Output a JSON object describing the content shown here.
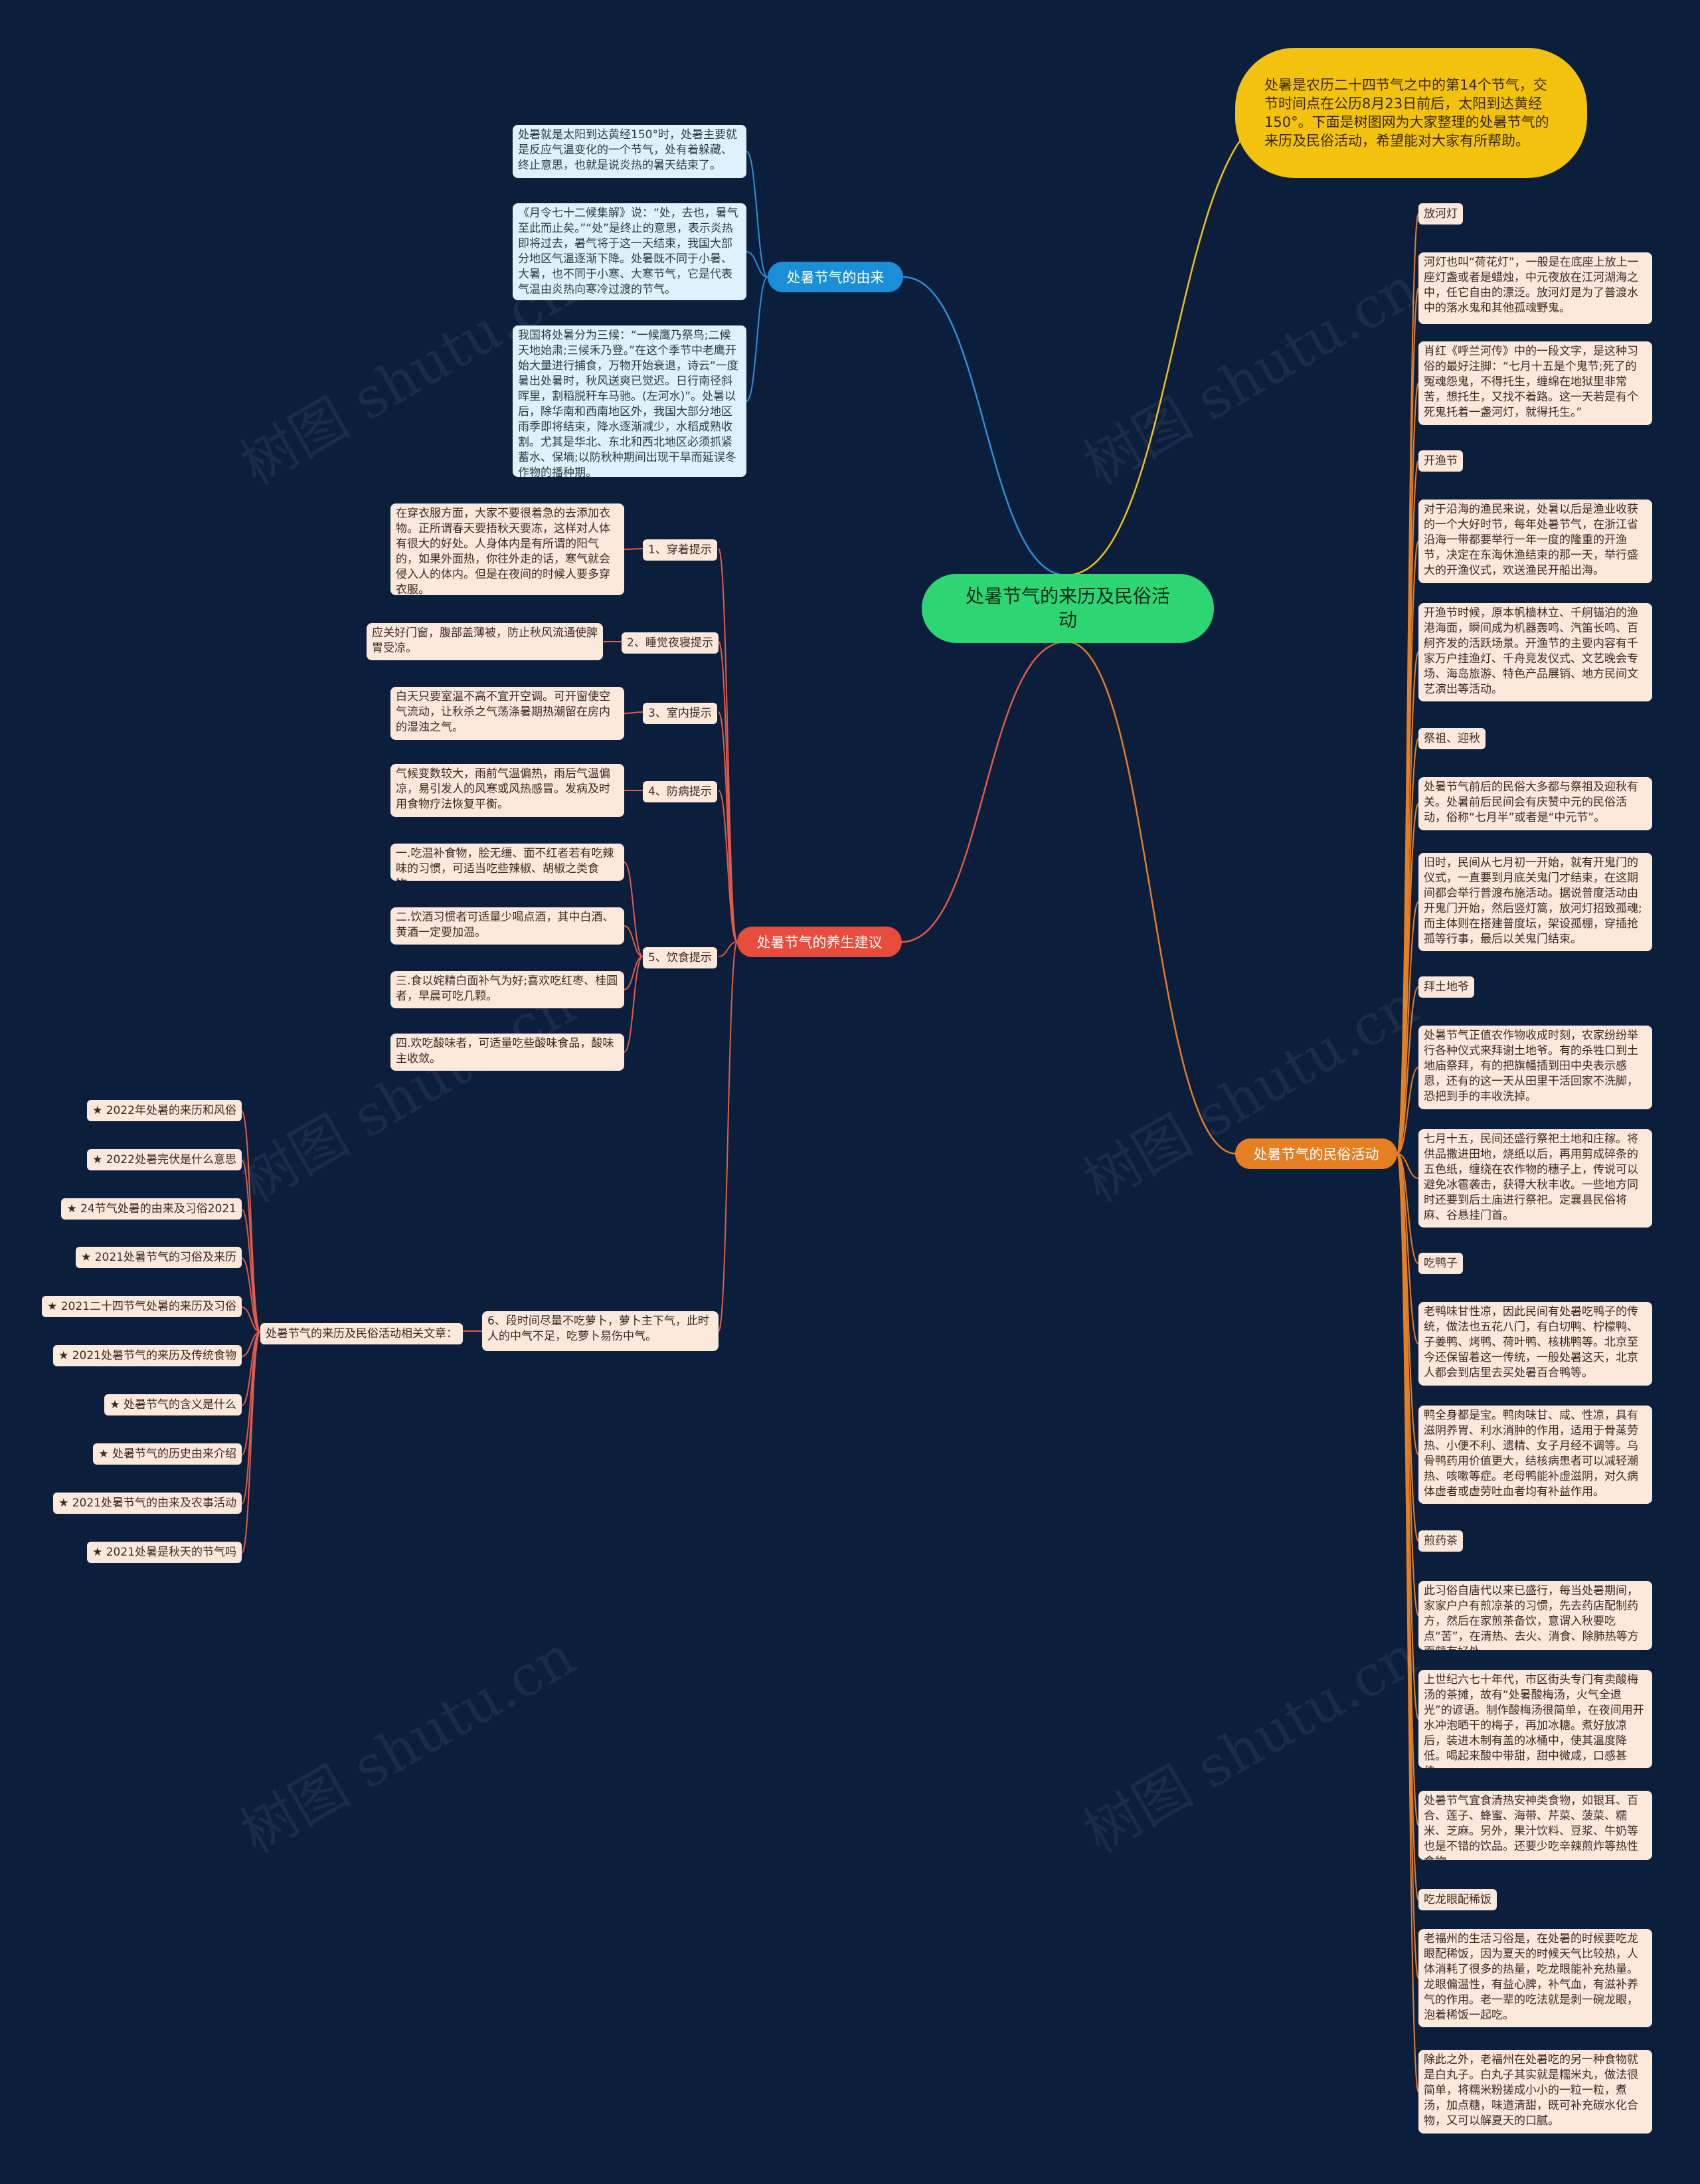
{
  "colors": {
    "background": "#0b1f3d",
    "root": "#2ed573",
    "intro": "#f2c20f",
    "branch_origin": "#1a8fd8",
    "branch_health": "#e74c3c",
    "branch_customs": "#e67e22",
    "link_intro": "#f2c20f",
    "link_origin": "#2d8fd8",
    "link_health": "#e35a47",
    "link_customs": "#e67e22"
  },
  "watermark": "树图 shutu.cn",
  "root": {
    "label": "处暑节气的来历及民俗活动"
  },
  "intro": {
    "text": "处暑是农历二十四节气之中的第14个节气，交节时间点在公历8月23日前后，太阳到达黄经150°。下面是树图网为大家整理的处暑节气的来历及民俗活动，希望能对大家有所帮助。"
  },
  "origin": {
    "label": "处暑节气的由来",
    "items": [
      "处暑就是太阳到达黄经150°时，处暑主要就是反应气温变化的一个节气，处有着躲藏、终止意思，也就是说炎热的暑天结束了。",
      "《月令七十二候集解》说：“处，去也，暑气至此而止矣。”“处”是终止的意思，表示炎热即将过去，暑气将于这一天结束，我国大部分地区气温逐渐下降。处暑既不同于小暑、大暑，也不同于小寒、大寒节气，它是代表气温由炎热向寒冷过渡的节气。",
      "我国将处暑分为三候：“一候鹰乃祭鸟;二候天地始肃;三候禾乃登。”在这个季节中老鹰开始大量进行捕食，万物开始衰退，诗云“一度暑出处暑时，秋风送爽已觉迟。日行南径斜晖里，割稻脱秆车马驰。(左河水)”。处暑以后，除华南和西南地区外，我国大部分地区雨季即将结束，降水逐渐减少，水稻成熟收割。尤其是华北、东北和西北地区必须抓紧蓄水、保墒;以防秋种期间出现干旱而延误冬作物的播种期。"
    ]
  },
  "health": {
    "label": "处暑节气的养生建议",
    "subs": [
      {
        "label": "1、穿着提示",
        "items": [
          "在穿衣服方面，大家不要很着急的去添加衣物。正所谓春天要捂秋天要冻，这样对人体有很大的好处。人身体内是有所谓的阳气的，如果外面热，你往外走的话，寒气就会侵入人的体内。但是在夜间的时候人要多穿衣服。"
        ]
      },
      {
        "label": "2、睡觉夜寝提示",
        "items": [
          "应关好门窗，腹部盖薄被，防止秋风流通使脾胃受凉。"
        ]
      },
      {
        "label": "3、室内提示",
        "items": [
          "白天只要室温不高不宜开空调。可开窗使空气流动，让秋杀之气荡涤暑期热潮留在房内的湿浊之气。"
        ]
      },
      {
        "label": "4、防病提示",
        "items": [
          "气候变数较大，雨前气温偏热，雨后气温偏凉，易引发人的风寒或风热感冒。发病及时用食物疗法恢复平衡。"
        ]
      },
      {
        "label": "5、饮食提示",
        "items": [
          "一.吃温补食物，脍无缰、面不红者若有吃辣味的习惯，可适当吃些辣椒、胡椒之类食物。",
          "二.饮酒习惯者可适量少喝点酒，其中白酒、黄酒一定要加温。",
          "三.食以姹精白面补气为好;喜欢吃红枣、桂圆者，早晨可吃几颗。",
          "四.欢吃酸味者，可适量吃些酸味食品，酸味主收敛。"
        ]
      },
      {
        "label": "6、段时间尽量不吃萝卜，萝卜主下气，此时人的中气不足，吃萝卜易伤中气。",
        "items": []
      }
    ],
    "related": {
      "label": "处暑节气的来历及民俗活动相关文章：",
      "items": [
        "★ 2022年处暑的来历和风俗",
        "★ 2022处暑完伏是什么意思",
        "★ 24节气处暑的由来及习俗2021",
        "★ 2021处暑节气的习俗及来历",
        "★ 2021二十四节气处暑的来历及习俗",
        "★ 2021处暑节气的来历及传统食物",
        "★ 处暑节气的含义是什么",
        "★ 处暑节气的历史由来介绍",
        "★ 2021处暑节气的由来及农事活动",
        "★ 2021处暑是秋天的节气吗"
      ]
    }
  },
  "customs": {
    "label": "处暑节气的民俗活动",
    "groups": [
      {
        "label": "放河灯",
        "items": [
          "河灯也叫“荷花灯”，一般是在底座上放上一座灯盏或者是蜡烛，中元夜放在江河湖海之中，任它自由的漂泛。放河灯是为了普渡水中的落水鬼和其他孤魂野鬼。",
          "肖红《呼兰河传》中的一段文字，是这种习俗的最好注脚：“七月十五是个鬼节;死了的冤魂怨鬼，不得托生，缠绵在地狱里非常苦，想托生，又找不着路。这一天若是有个死鬼托着一盏河灯，就得托生。”"
        ]
      },
      {
        "label": "开渔节",
        "items": [
          "对于沿海的渔民来说，处暑以后是渔业收获的一个大好时节，每年处暑节气，在浙江省沿海一带都要举行一年一度的隆重的开渔节，决定在东海休渔结束的那一天，举行盛大的开渔仪式，欢送渔民开船出海。",
          "开渔节时候，原本帆樯林立、千舸锚泊的渔港海面，瞬间成为机器轰鸣、汽笛长鸣、百舸齐发的活跃场景。开渔节的主要内容有千家万户挂渔灯、千舟竞发仪式、文艺晚会专场、海岛旅游、特色产品展销、地方民间文艺演出等活动。"
        ]
      },
      {
        "label": "祭祖、迎秋",
        "items": [
          "处暑节气前后的民俗大多都与祭祖及迎秋有关。处暑前后民间会有庆赞中元的民俗活动，俗称“七月半”或者是“中元节”。",
          "旧时，民间从七月初一开始，就有开鬼门的仪式，一直要到月底关鬼门才结束，在这期间都会举行普渡布施活动。据说普度活动由开鬼门开始，然后竖灯篙，放河灯招致孤魂;而主体则在搭建普度坛，架设孤棚，穿插抢孤等行事，最后以关鬼门结束。"
        ]
      },
      {
        "label": "拜土地爷",
        "items": [
          "处暑节气正值农作物收成时刻，农家纷纷举行各种仪式来拜谢土地爷。有的杀牲口到土地庙祭拜，有的把旗幡插到田中央表示感恩，还有的这一天从田里干活回家不洗脚，恐把到手的丰收洗掉。",
          "七月十五，民间还盛行祭祀土地和庄稼。将供品撒进田地，烧纸以后，再用剪成碎条的五色纸，缠绕在农作物的穗子上，传说可以避免冰雹袭击，获得大秋丰收。一些地方同时还要到后土庙进行祭祀。定襄县民俗将麻、谷悬挂门首。"
        ]
      },
      {
        "label": "吃鸭子",
        "items": [
          "老鸭味甘性凉，因此民间有处暑吃鸭子的传统，做法也五花八门，有白切鸭、柠檬鸭、子姜鸭、烤鸭、荷叶鸭、核桃鸭等。北京至今还保留着这一传统，一般处暑这天，北京人都会到店里去买处暑百合鸭等。",
          "鸭全身都是宝。鸭肉味甘、咸、性凉，具有滋阴养胃、利水消肿的作用，适用于骨蒸劳热、小便不利、遗精、女子月经不调等。乌骨鸭药用价值更大，结核病患者可以减轻潮热、咳嗽等症。老母鸭能补虚滋阴，对久病体虚者或虚劳吐血者均有补益作用。"
        ]
      },
      {
        "label": "煎药茶",
        "items": [
          "此习俗自唐代以来已盛行，每当处暑期间，家家户户有煎凉茶的习惯，先去药店配制药方，然后在家煎茶备饮，意谓入秋要吃点“苦”，在清热、去火、消食、除肺热等方面颇有好处。",
          "上世纪六七十年代，市区街头专门有卖酸梅汤的茶摊，故有“处暑酸梅汤，火气全退光”的谚语。制作酸梅汤很简单，在夜间用开水冲泡晒干的梅子，再加冰糖。煮好放凉后，装进木制有盖的冰桶中，使其温度降低。喝起来酸中带甜，甜中微咸，口感甚佳。",
          "处暑节气宜食清热安神类食物，如银耳、百合、莲子、蜂蜜、海带、芹菜、菠菜、糯米、芝麻。另外，果汁饮料、豆浆、牛奶等也是不错的饮品。还要少吃辛辣煎炸等热性食物。"
        ]
      },
      {
        "label": "吃龙眼配稀饭",
        "items": [
          "老福州的生活习俗是，在处暑的时候要吃龙眼配稀饭，因为夏天的时候天气比较热，人体消耗了很多的热量，吃龙眼能补充热量。龙眼偏温性，有益心脾，补气血，有滋补养气的作用。老一辈的吃法就是剥一碗龙眼，泡着稀饭一起吃。",
          "除此之外，老福州在处暑吃的另一种食物就是白丸子。白丸子其实就是糯米丸，做法很简单，将糯米粉搓成小小的一粒一粒，煮汤，加点糖，味道清甜，既可补充碳水化合物，又可以解夏天的口腻。"
        ]
      }
    ]
  }
}
